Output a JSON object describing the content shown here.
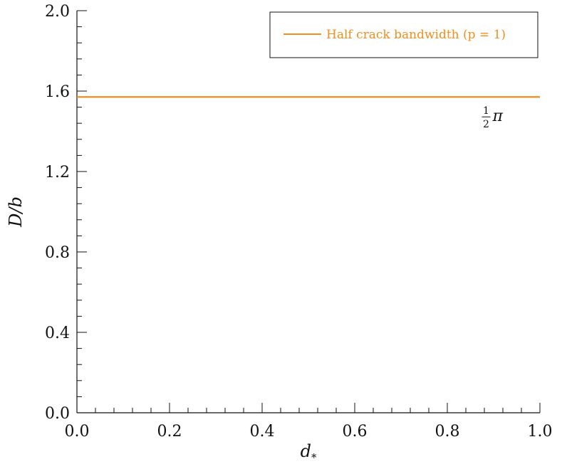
{
  "chart_data": {
    "type": "line",
    "xlabel": "d",
    "xlabel_sub": "*",
    "ylabel": "D/b",
    "xlim": [
      0.0,
      1.0
    ],
    "ylim": [
      0.0,
      2.0
    ],
    "x_ticks": [
      "0.0",
      "0.2",
      "0.4",
      "0.6",
      "0.8",
      "1.0"
    ],
    "y_ticks": [
      "0.0",
      "0.4",
      "0.8",
      "1.2",
      "1.6",
      "2.0"
    ],
    "grid": false,
    "legend_position": "top-right",
    "series": [
      {
        "name": "Half crack bandwidth (p = 1)",
        "color": "#f28e1c",
        "x": [
          0.0,
          1.0
        ],
        "y": [
          1.5708,
          1.5708
        ]
      }
    ],
    "annotations": [
      {
        "numerator": "1",
        "denominator": "2",
        "symbol": "π",
        "x": 0.89,
        "y": 1.5708
      }
    ]
  }
}
